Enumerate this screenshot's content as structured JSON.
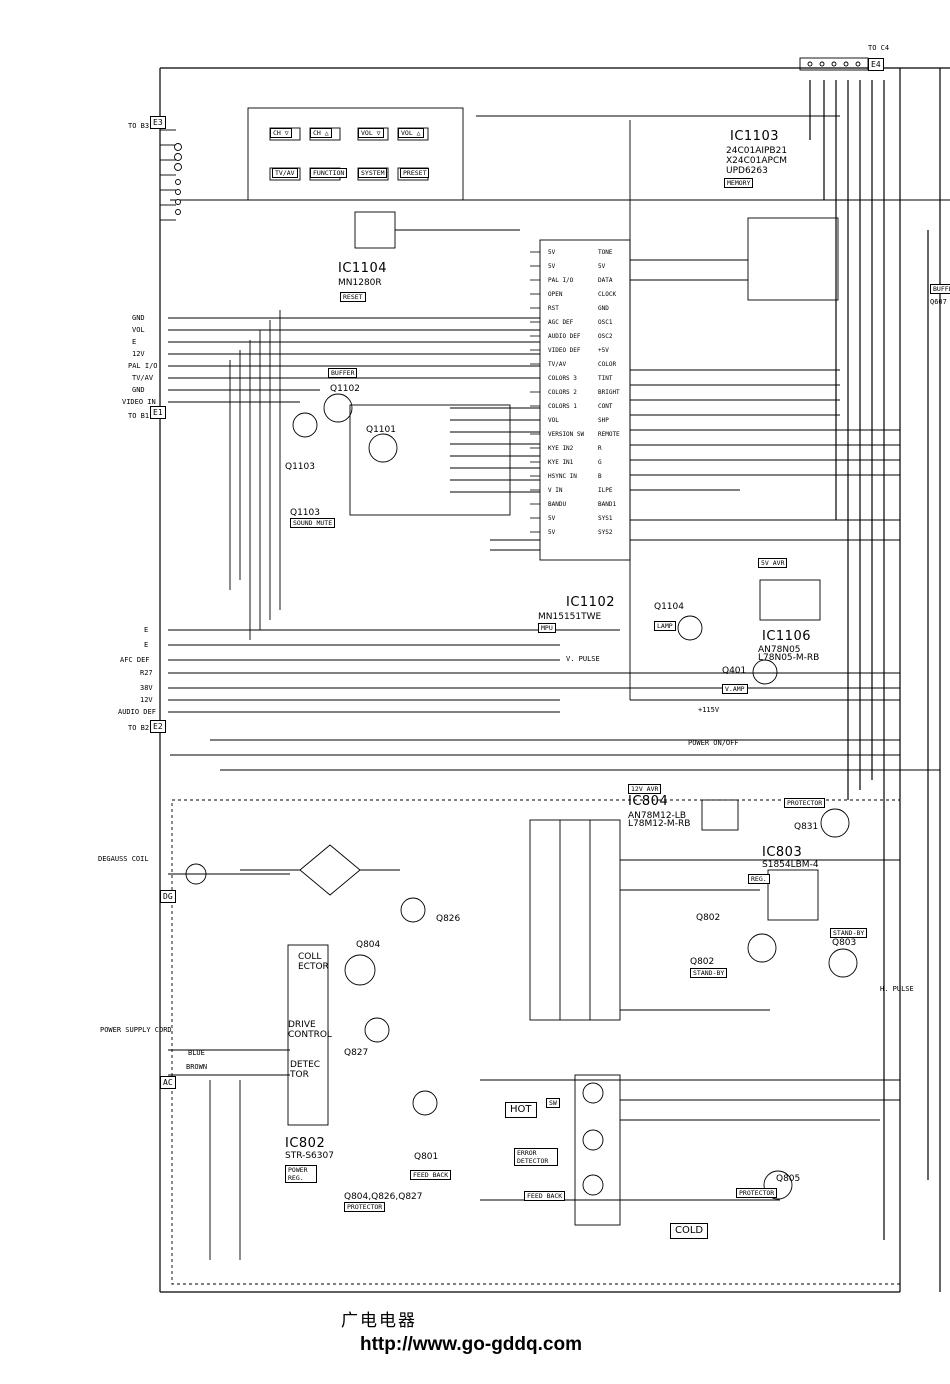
{
  "labels": {
    "ic1103": "IC1103",
    "ic1103_p1": "24C01AIPB21",
    "ic1103_p2": "X24C01APCM",
    "ic1103_p3": "UPD6263",
    "memory": "MEMORY",
    "ic1104": "IC1104",
    "ic1104_p": "MN1280R",
    "reset": "RESET",
    "ic1102": "IC1102",
    "ic1102_p": "MN15151TWE",
    "mpu": "MPU",
    "ic1106": "IC1106",
    "ic1106_p1": "AN78N05",
    "ic1106_p2": "L78N05-M-RB",
    "ic804": "IC804",
    "ic804_p1": "AN78M12-LB",
    "ic804_p2": "L78M12-M-RB",
    "ic803": "IC803",
    "ic803_p": "S1854LBM-4",
    "ic802": "IC802",
    "ic802_p": "STR-S6307",
    "power_reg": "POWER REG.",
    "q1101": "Q1101",
    "q1102": "Q1102",
    "q1103a": "Q1103",
    "q1103b": "Q1103",
    "sound_mute": "SOUND MUTE",
    "buffer": "BUFFER",
    "q1104": "Q1104",
    "lamp": "LAMP",
    "q401": "Q401",
    "v_amp": "V.AMP",
    "av_5v": "5V AVR",
    "v_pulse": "V. PULSE",
    "power_on_off": "POWER ON/OFF",
    "plus115v": "+115V",
    "q804": "Q804",
    "q826": "Q826",
    "q827": "Q827",
    "q801": "Q801",
    "feed_back": "FEED BACK",
    "q804_list": "Q804,Q826,Q827",
    "protector_a": "PROTECTOR",
    "q831": "Q831",
    "protector_b": "PROTECTOR",
    "q802": "Q802",
    "stand_by_a": "STAND-BY",
    "q803": "Q803",
    "stand_by_b": "STAND-BY",
    "reg": "REG.",
    "q805": "Q805",
    "protector_c": "PROTECTOR",
    "avr_12v": "12V AVR",
    "hot": "HOT",
    "cold": "COLD",
    "error_detector": "ERROR DETECTOR",
    "feed_back_b": "FEED BACK",
    "sw": "SW",
    "collector": "COLL ECTOR",
    "drive_control": "DRIVE CONTROL",
    "detector": "DETEC TOR",
    "blue": "BLUE",
    "brown": "BROWN",
    "degauss": "DEGAUSS COIL",
    "power_cord": "POWER SUPPLY CORD",
    "h_pulse": "H. PULSE",
    "to_c4": "TO C4",
    "to_b3": "TO B3",
    "to_b1": "TO B1",
    "to_b2": "TO B2",
    "e1": "E1",
    "e2": "E2",
    "e3": "E3",
    "e4": "E4",
    "dg": "DG",
    "ac": "AC",
    "buffer_r": "BUFFE",
    "q607": "Q607"
  },
  "left_inputs_e1": [
    "GND",
    "VOL",
    "E",
    "12V",
    "PAL I/O",
    "TV/AV",
    "GND",
    "VIDEO IN"
  ],
  "left_inputs_e2": [
    "E",
    "E",
    "AFC DEF",
    "R27",
    "38V",
    "12V",
    "AUDIO DEF"
  ],
  "keys": {
    "ch_down": "CH ▽",
    "ch_up": "CH △",
    "vol_down": "VOL ▽",
    "vol_up": "VOL △",
    "tv_av": "TV/AV",
    "function": "FUNCTION",
    "system": "SYSTEM",
    "preset": "PRESET"
  },
  "mpu_pins_left": [
    "5V",
    "5V",
    "PAL I/O",
    "OPEN",
    "RST",
    "AGC DEF",
    "AUDIO DEF",
    "VIDEO DEF",
    "TV/AV",
    "COLORS 3",
    "COLORS 2",
    "COLORS 1",
    "VOL",
    "VERSION SW",
    "KYE IN2",
    "KYE IN1",
    "HSYNC IN",
    "V IN",
    "BANDU",
    "5V",
    "5V"
  ],
  "mpu_pins_right": [
    "TONE",
    "5V",
    "DATA",
    "CLOCK",
    "GND",
    "OSC1",
    "OSC2",
    "+5V",
    "COLOR",
    "TINT",
    "BRIGHT",
    "CONT",
    "SHP",
    "REMOTE",
    "R",
    "G",
    "B",
    "ILPE",
    "BAND1",
    "SYS1",
    "SYS2"
  ],
  "footer": {
    "chinese": "广电电器",
    "url": "http://www.go-gddq.com"
  }
}
